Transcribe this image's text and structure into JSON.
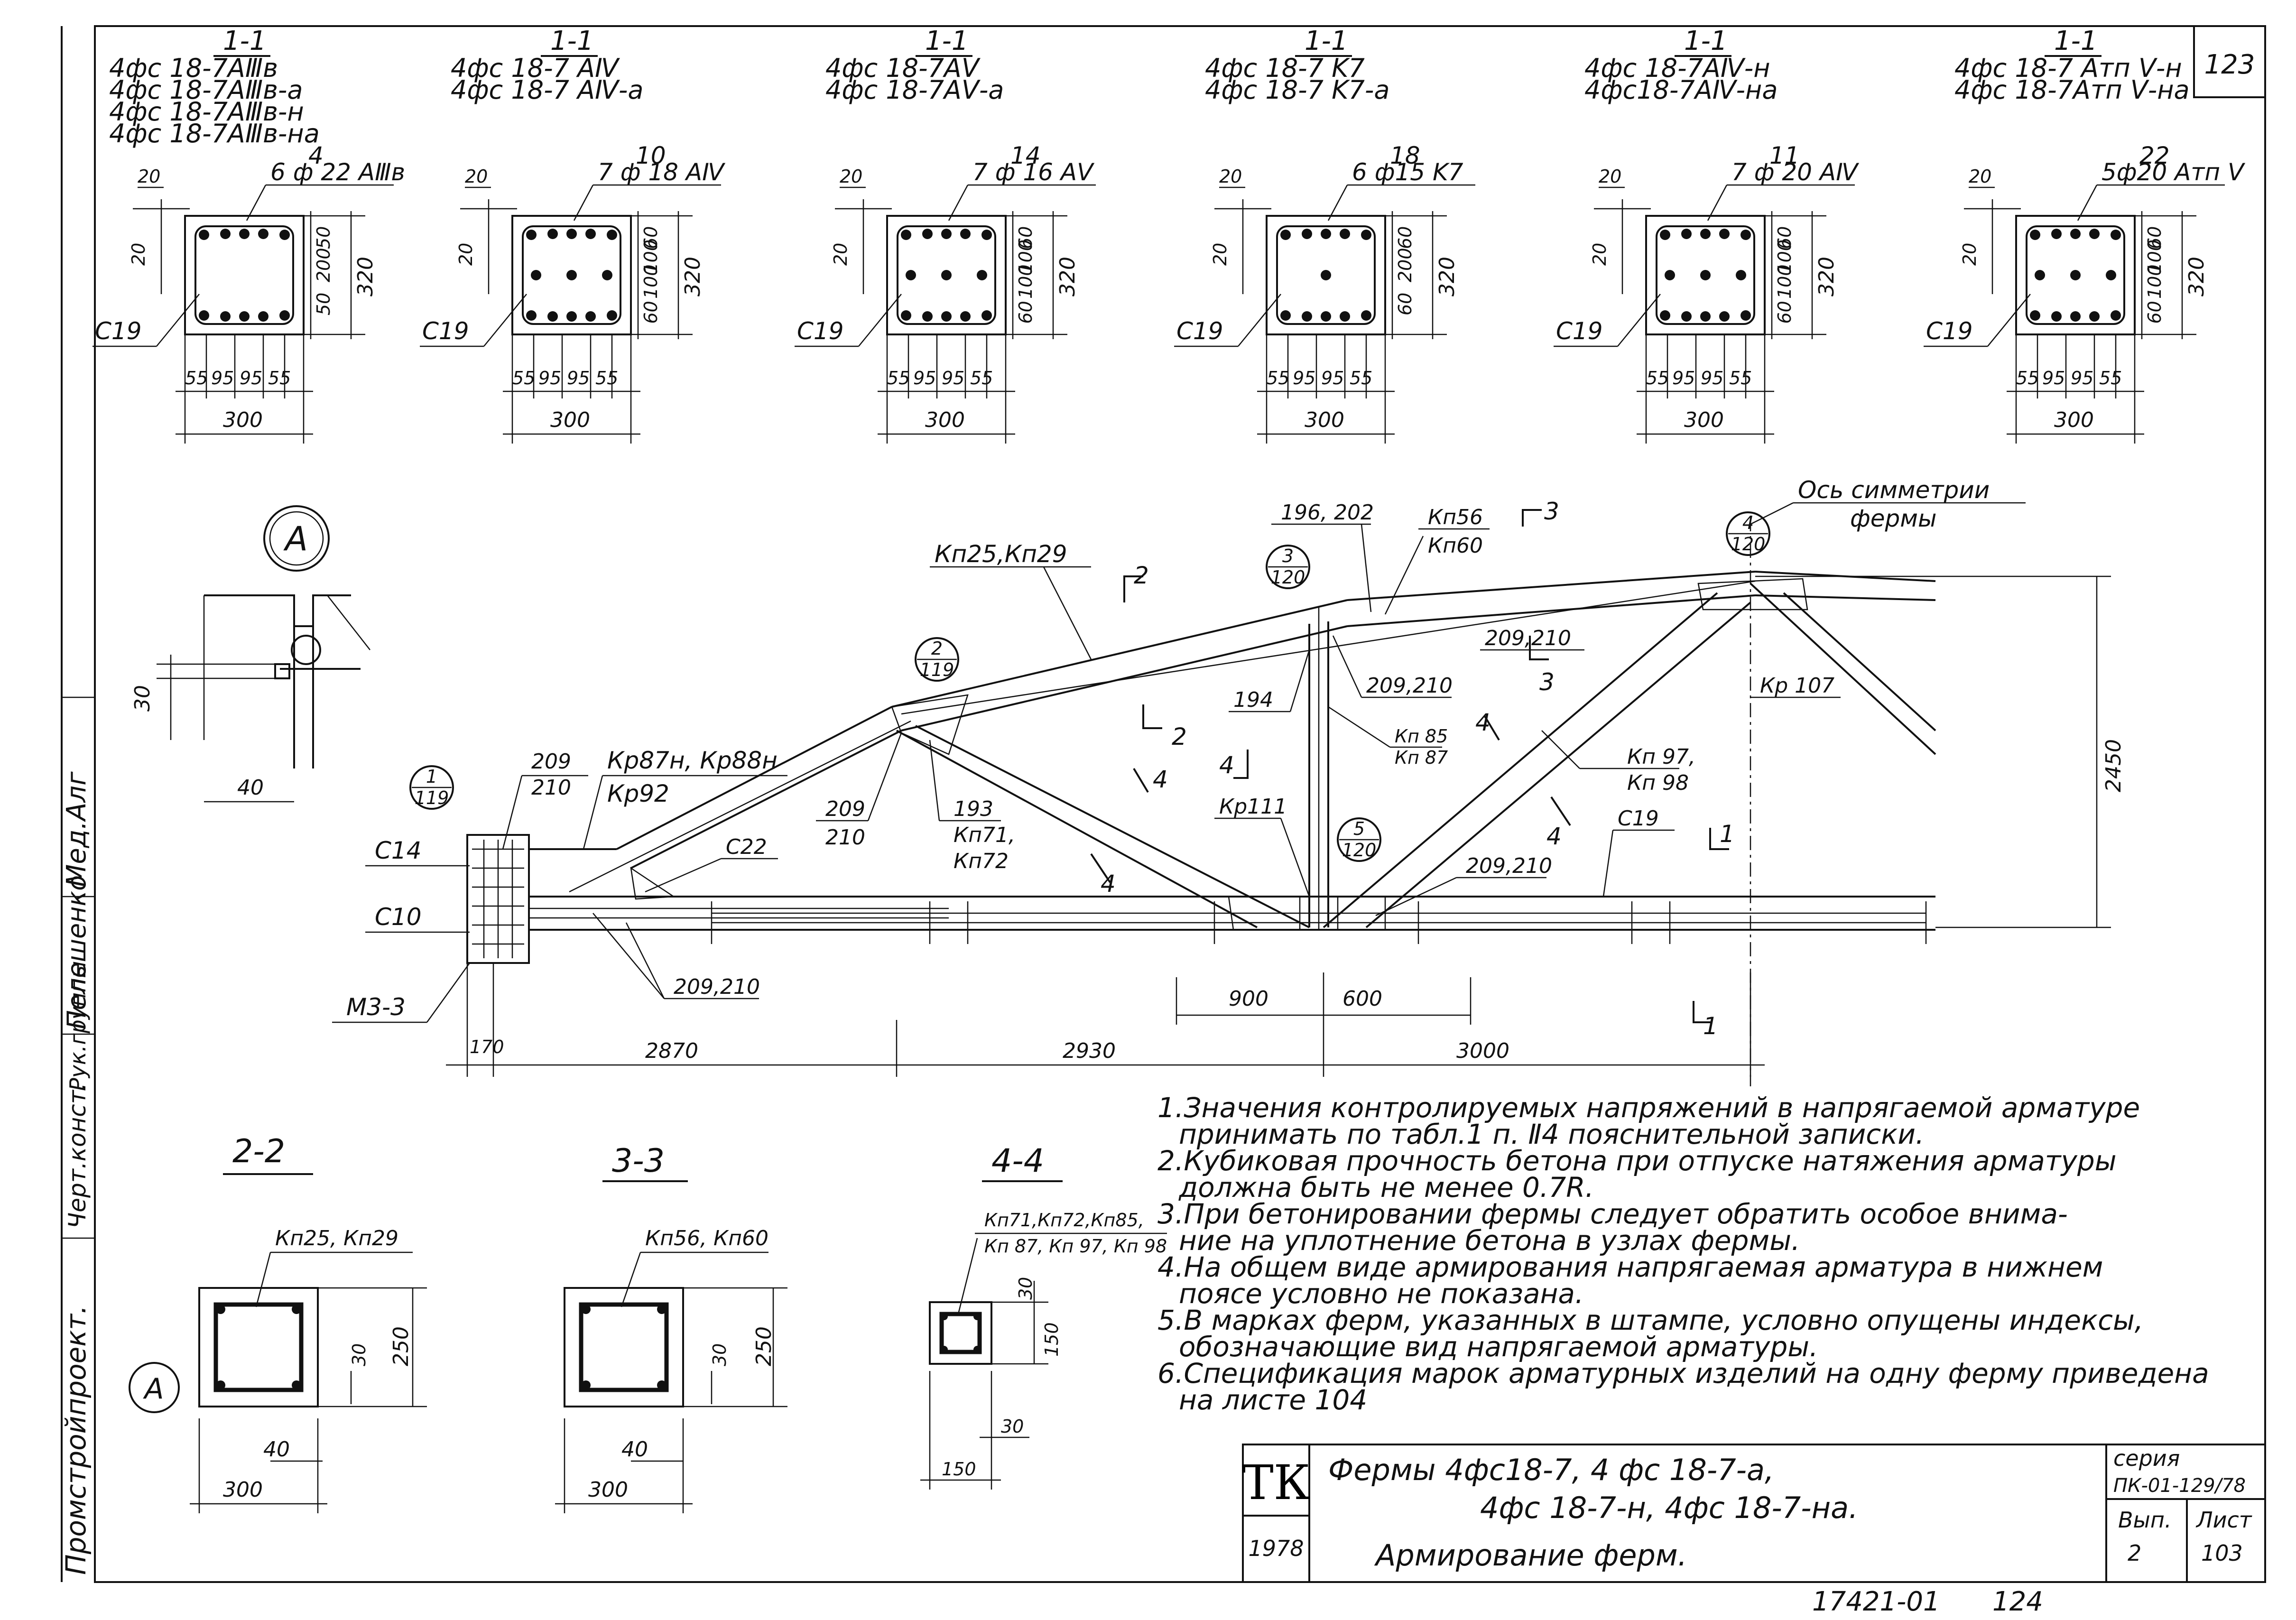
{
  "sheet": {
    "page_number": "123",
    "bottom_code": "17421-01",
    "bottom_page": "124"
  },
  "side_stamp": {
    "org": "Промстройпроект.",
    "role_1": "Черт.конст.",
    "role_2": "Рук.группы",
    "name_1": "Пелешенко",
    "sign_1": "Мед.",
    "sign_2": "Алг"
  },
  "top_sections": [
    {
      "cut": "1-1",
      "marks": [
        "4фс 18-7AⅢв",
        "4фс 18-7AⅢв-а",
        "4фс 18-7AⅢв-н",
        "4фс 18-7AⅢв-на"
      ],
      "callout": "4",
      "rebar": "6 ф 22 AⅢв",
      "stirrup": "C19",
      "left_dims": [
        "20",
        "20"
      ],
      "right_dims": [
        "50",
        "200",
        "50"
      ],
      "height": "320",
      "bottom_dims": [
        "55",
        "95",
        "95",
        "55"
      ],
      "width": "300"
    },
    {
      "cut": "1-1",
      "marks": [
        "4фс 18-7 AⅣ",
        "4фс 18-7 AⅣ-а"
      ],
      "callout": "10",
      "rebar": "7 ф 18 AⅣ",
      "stirrup": "C19",
      "left_dims": [
        "20",
        "20"
      ],
      "right_dims": [
        "60",
        "100",
        "100",
        "60"
      ],
      "height": "320",
      "bottom_dims": [
        "55",
        "95",
        "95",
        "55"
      ],
      "width": "300"
    },
    {
      "cut": "1-1",
      "marks": [
        "4фс 18-7AⅤ",
        "4фс 18-7AⅤ-а"
      ],
      "callout": "14",
      "rebar": "7 ф 16 AⅤ",
      "stirrup": "C19",
      "left_dims": [
        "20",
        "20"
      ],
      "right_dims": [
        "60",
        "100",
        "100",
        "60"
      ],
      "height": "320",
      "bottom_dims": [
        "55",
        "95",
        "95",
        "55"
      ],
      "width": "300"
    },
    {
      "cut": "1-1",
      "marks": [
        "4фс 18-7 K7",
        "4фс 18-7 K7-а"
      ],
      "callout": "18",
      "rebar": "6 ф15 K7",
      "stirrup": "C19",
      "left_dims": [
        "20",
        "20"
      ],
      "right_dims": [
        "60",
        "200",
        "60"
      ],
      "height": "320",
      "bottom_dims": [
        "55",
        "95",
        "95",
        "55"
      ],
      "width": "300"
    },
    {
      "cut": "1-1",
      "marks": [
        "4фс 18-7AⅣ-н",
        "4фс18-7AⅣ-на"
      ],
      "callout": "11",
      "rebar": "7 ф 20 AⅣ",
      "stirrup": "C19",
      "left_dims": [
        "20",
        "20"
      ],
      "right_dims": [
        "60",
        "100",
        "100",
        "60"
      ],
      "height": "320",
      "bottom_dims": [
        "55",
        "95",
        "95",
        "55"
      ],
      "width": "300"
    },
    {
      "cut": "1-1",
      "marks": [
        "4фс 18-7 Атп Ⅴ-н",
        "4фс 18-7Атп Ⅴ-на"
      ],
      "callout": "22",
      "rebar": "5ф20 Атп Ⅴ",
      "stirrup": "C19",
      "left_dims": [
        "20",
        "20"
      ],
      "right_dims": [
        "60",
        "100",
        "100",
        "60"
      ],
      "height": "320",
      "bottom_dims": [
        "55",
        "95",
        "95",
        "55"
      ],
      "width": "300"
    }
  ],
  "detail_a": {
    "bubble": "A",
    "dim_vertical": "30",
    "dim_horizontal": "40"
  },
  "truss": {
    "axis_label_1": "Ось симметрии",
    "axis_label_2": "фермы",
    "height": "2450",
    "spans": [
      "170",
      "2870",
      "2930",
      "3000"
    ],
    "sub_dims": [
      "900",
      "600"
    ],
    "node_refs": [
      {
        "num": "1",
        "sheet": "119"
      },
      {
        "num": "2",
        "sheet": "119"
      },
      {
        "num": "3",
        "sheet": "120"
      },
      {
        "num": "4",
        "sheet": "120"
      },
      {
        "num": "5",
        "sheet": "120"
      }
    ],
    "labels": {
      "top_chord": "Кп25,Кп29",
      "top_right": "196, 202",
      "kp56": "Кп56",
      "kp60": "Кп60",
      "cut3": "3",
      "cut2": "2",
      "cut1": "1",
      "cut4": "4",
      "l209_210_a": "209,210",
      "l209_210_b": "209,210",
      "l209_210_c": "209,210",
      "l209_210_d": "209,210",
      "kp107": "Кр 107",
      "l194": "194",
      "kn85": "Кп 85",
      "kn87": "Кп 87",
      "kp111": "Кр111",
      "kn97": "Кп 97,",
      "kn98": "Кп 98",
      "c19": "C19",
      "kp87": "Кр87н, Кр88н",
      "kp92": "Кр92",
      "l209": "209",
      "l210": "210",
      "l209b": "209",
      "l210b": "210",
      "l193": "193",
      "kn71": "Кп71,",
      "kn72": "Кп72",
      "c22": "C22",
      "c14": "C14",
      "c10": "C10",
      "m33": "М3-3"
    }
  },
  "bottom_sections": [
    {
      "cut": "2-2",
      "label": "Кп25, Кп29",
      "dim_30": "30",
      "dim_h": "250",
      "dim_40": "40",
      "width": "300",
      "bubble": "A"
    },
    {
      "cut": "3-3",
      "label": "Кп56, Кп60",
      "dim_30": "30",
      "dim_h": "250",
      "dim_40": "40",
      "width": "300"
    },
    {
      "cut": "4-4",
      "label_1": "Кп71,Кп72,Кп85,",
      "label_2": "Кп 87, Кп 97, Кп 98",
      "dim_30a": "30",
      "dim_h": "150",
      "dim_30b": "30",
      "width": "150"
    }
  ],
  "notes": [
    "1.Значения контролируемых напряжений в напрягаемой арматуре",
    "принимать по табл.1 п. Ⅱ4 пояснительной записки.",
    "2.Кубиковая прочность бетона при отпуске натяжения арматуры",
    "должна быть не менее 0.7R.",
    "3.При бетонировании фермы следует обратить особое внима-",
    "ние на уплотнение бетона в узлах фермы.",
    "4.На общем виде армирования напрягаемая арматура в нижнем",
    "поясе условно не показана.",
    "5.В марках ферм, указанных в штампе, условно опущены индексы,",
    "обозначающие вид напрягаемой арматуры.",
    "6.Спецификация марок арматурных изделий на одну ферму приведена",
    "на листе 104"
  ],
  "title_block": {
    "logo": "ТК",
    "year": "1978",
    "title_line_1": "Фермы 4фс18-7,    4 фс 18-7-а,",
    "title_line_2": "4фс 18-7-н, 4фс 18-7-на.",
    "title_line_3": "Армирование ферм.",
    "series_label": "серия",
    "series_value": "ПК-01-129/78",
    "issue_label": "Вып.",
    "issue_value": "2",
    "sheet_label": "Лист",
    "sheet_value": "103"
  }
}
